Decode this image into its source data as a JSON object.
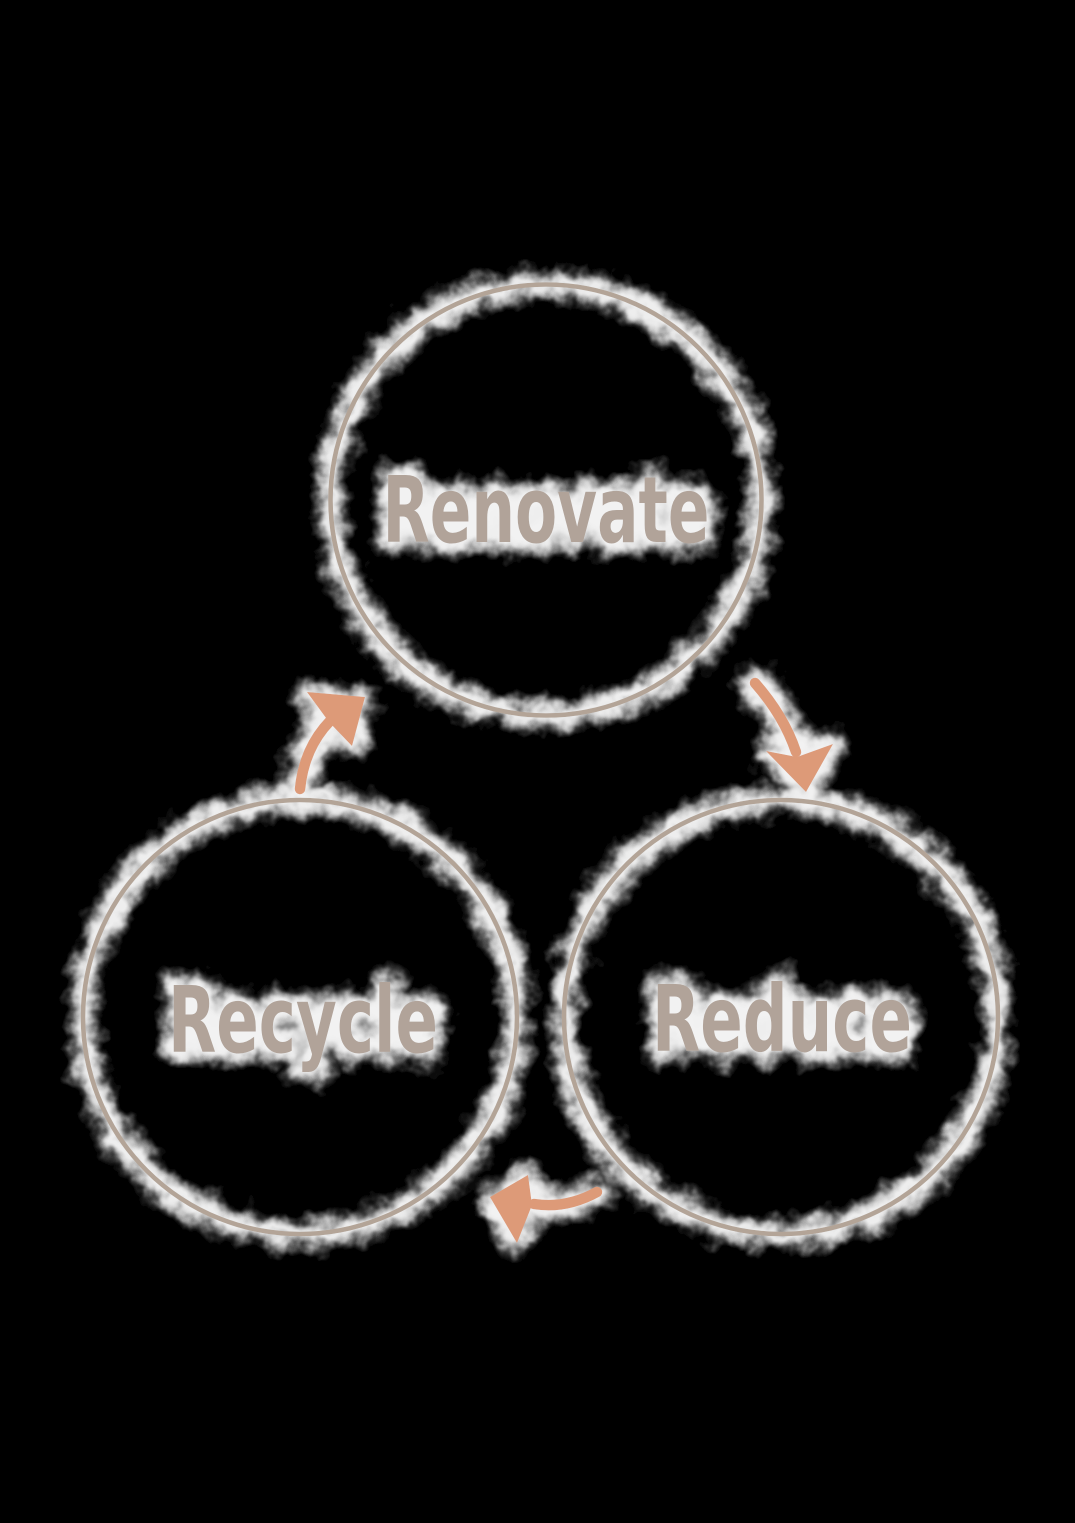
{
  "diagram": {
    "type": "cycle",
    "nodes": [
      {
        "id": "renovate",
        "label": "Renovate"
      },
      {
        "id": "reduce",
        "label": "Reduce"
      },
      {
        "id": "recycle",
        "label": "Recycle"
      }
    ],
    "connections": [
      {
        "from": "Renovate",
        "to": "Reduce"
      },
      {
        "from": "Reduce",
        "to": "Recycle"
      },
      {
        "from": "Recycle",
        "to": "Renovate"
      }
    ],
    "colors": {
      "background": "#000000",
      "circle_stroke": "#b3a497",
      "label_text": "#b1a399",
      "arrow": "#dd9a78",
      "halo": "#ffffff"
    }
  }
}
